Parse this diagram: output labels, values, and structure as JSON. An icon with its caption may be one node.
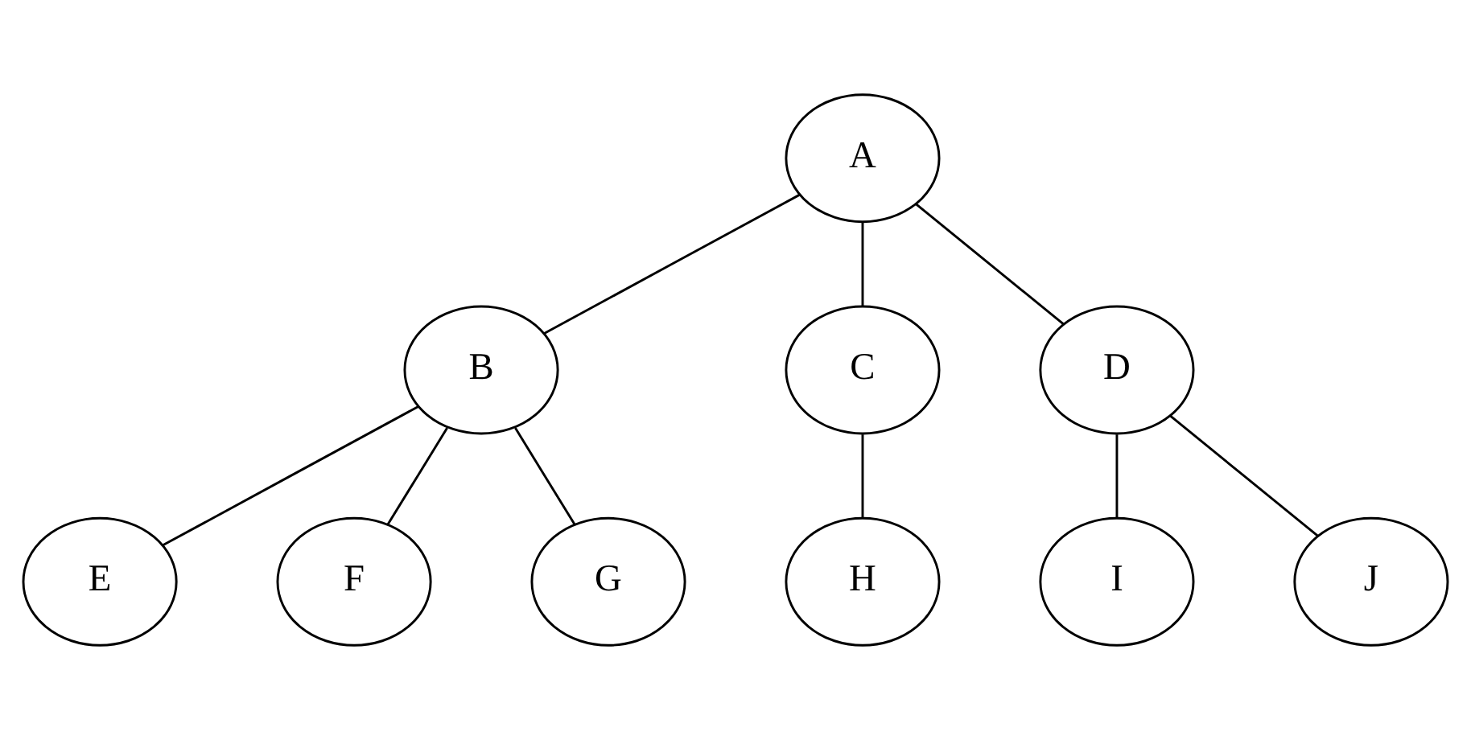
{
  "diagram": {
    "nodes": [
      {
        "text": [
          "A"
        ]
      },
      {
        "text": [
          "B"
        ]
      },
      {
        "text": [
          "C"
        ]
      },
      {
        "text": [
          "D"
        ]
      },
      {
        "text": [
          "E"
        ]
      },
      {
        "text": [
          "F"
        ]
      },
      {
        "text": [
          "G"
        ]
      },
      {
        "text": [
          "H"
        ]
      },
      {
        "text": [
          "I"
        ]
      },
      {
        "text": [
          "J"
        ]
      }
    ],
    "edges": [
      {
        "from": 0,
        "to": 1,
        "arrow": "none"
      },
      {
        "from": 0,
        "to": 2,
        "arrow": "none"
      },
      {
        "from": 0,
        "to": 3,
        "arrow": "none"
      },
      {
        "from": 1,
        "to": 4,
        "arrow": "none"
      },
      {
        "from": 1,
        "to": 5,
        "arrow": "none"
      },
      {
        "from": 1,
        "to": 6,
        "arrow": "none"
      },
      {
        "from": 2,
        "to": 7,
        "arrow": "none"
      },
      {
        "from": 3,
        "to": 8,
        "arrow": "none"
      },
      {
        "from": 3,
        "to": 9,
        "arrow": "none"
      }
    ]
  }
}
